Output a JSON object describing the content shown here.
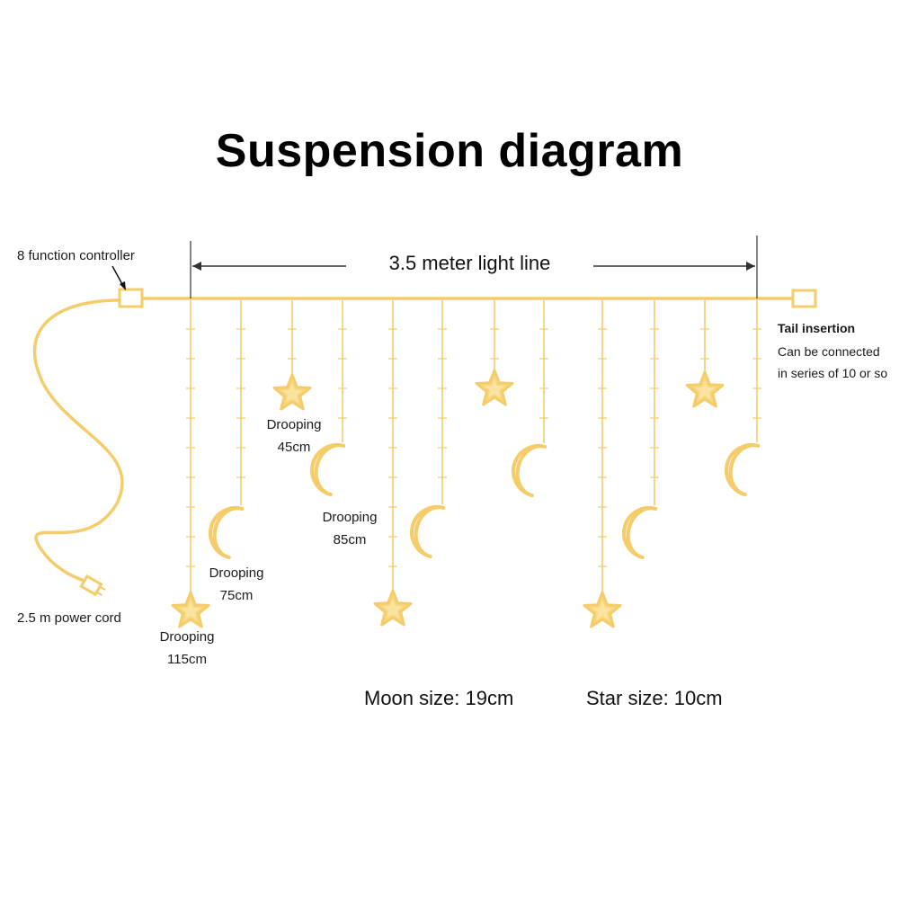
{
  "title": "Suspension diagram",
  "labels": {
    "controller": "8 function controller",
    "light_line": "3.5 meter light line",
    "tail_title": "Tail insertion",
    "tail_line1": "Can be connected",
    "tail_line2": "in series of 10 or so",
    "power_cord": "2.5 m power cord"
  },
  "drooping": [
    {
      "word": "Drooping",
      "length": "45cm"
    },
    {
      "word": "Drooping",
      "length": "85cm"
    },
    {
      "word": "Drooping",
      "length": "75cm"
    },
    {
      "word": "Drooping",
      "length": "115cm"
    }
  ],
  "sizes": {
    "moon": "Moon size: 19cm",
    "star": "Star size: 10cm"
  },
  "strands": [
    "star",
    "moon",
    "star",
    "moon",
    "star",
    "moon",
    "star",
    "moon",
    "star",
    "moon",
    "star",
    "moon"
  ],
  "colors": {
    "light": "#f5cc6a",
    "light_fill": "#f9d77e",
    "arrow": "#333333",
    "text": "#1a1a1a"
  }
}
